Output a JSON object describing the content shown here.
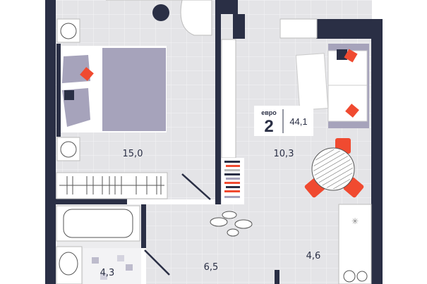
{
  "plan": {
    "badge": {
      "type_label": "евро",
      "rooms": "2",
      "total_area": "44,1"
    },
    "rooms": [
      {
        "name": "bedroom",
        "area": "15,0"
      },
      {
        "name": "living-room",
        "area": "10,3"
      },
      {
        "name": "kitchen",
        "area": "4,6"
      },
      {
        "name": "hallway",
        "area": "6,5"
      },
      {
        "name": "bathroom",
        "area": "4,3"
      }
    ]
  },
  "colors": {
    "wall": "#2a2f45",
    "floor": "#e4e4e7",
    "accent": "#f04a30",
    "fabric": "#a6a3bb"
  }
}
